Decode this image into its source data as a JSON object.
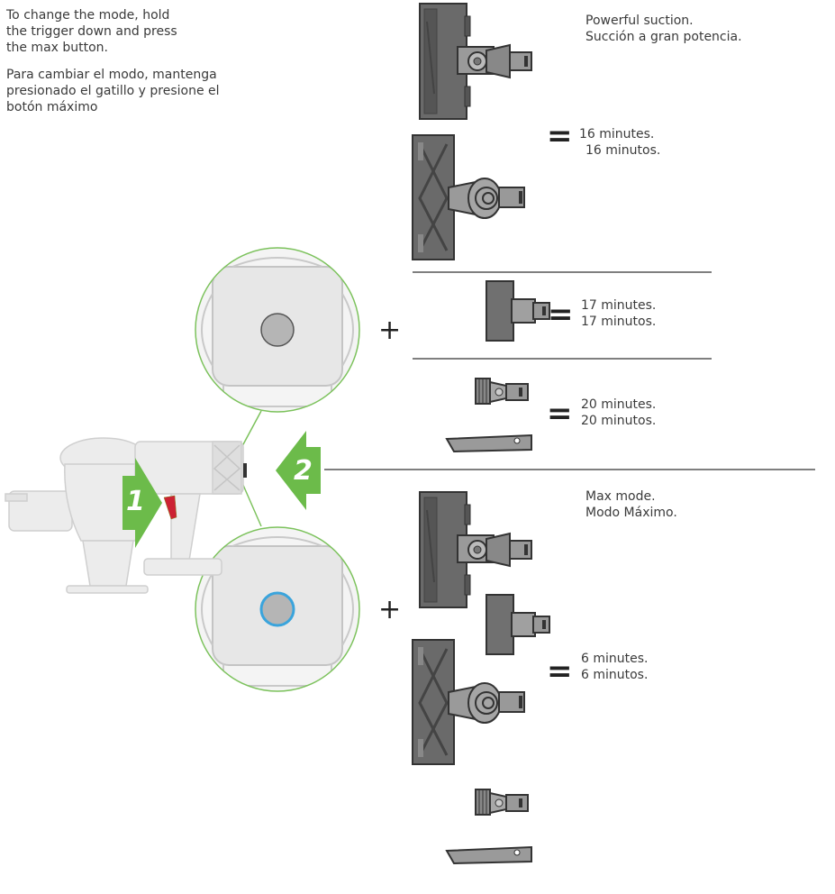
{
  "instructions": {
    "en": "To change the mode, hold\nthe trigger down and press\nthe max button.",
    "es": "Para cambiar el modo, mantenga\npresionado el gatillo y presione el\nbotón máximo"
  },
  "steps": {
    "one": "1",
    "two": "2"
  },
  "powerful": {
    "title_en": "Powerful suction.",
    "title_es": "Succión a gran potencia.",
    "rows": [
      {
        "en": "16 minutes.",
        "es": "16 minutos."
      },
      {
        "en": "17 minutes.",
        "es": "17 minutos."
      },
      {
        "en": "20 minutes.",
        "es": "20 minutos."
      }
    ]
  },
  "max": {
    "title_en": "Max mode.",
    "title_es": "Modo Máximo.",
    "time_en": "6 minutes.",
    "time_es": "6 minutos."
  },
  "symbols": {
    "equals": "=",
    "plus": "+"
  },
  "colors": {
    "arrow_green": "#6cbb4a",
    "zoom_outline": "#7cc25c",
    "max_ring": "#3aa4dc",
    "trigger_red": "#cc2233"
  },
  "icons": [
    "vacuum-handheld",
    "motorhead-tool",
    "soft-roller-head",
    "mini-motorized-tool",
    "combination-tool",
    "crevice-tool"
  ]
}
